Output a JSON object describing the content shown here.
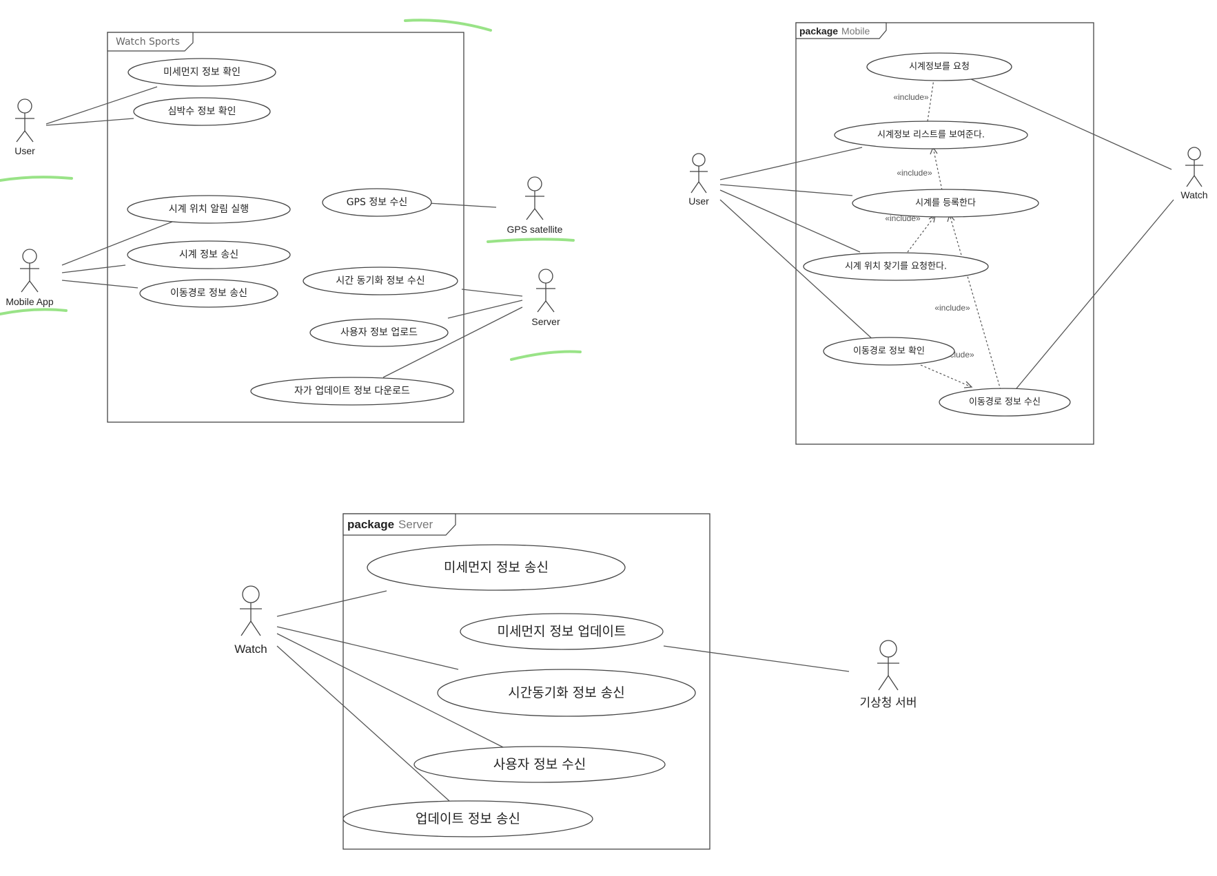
{
  "diagram1": {
    "package_title": "Watch Sports",
    "use_cases": {
      "uc1": "미세먼지 정보 확인",
      "uc2": "심박수 정보 확인",
      "uc3": "시계 위치 알림 실행",
      "uc4": "시계 정보 송신",
      "uc5": "이동경로 정보 송신",
      "uc6": "GPS 정보 수신",
      "uc7": "시간 동기화 정보 수신",
      "uc8": "사용자 정보 업로드",
      "uc9": "자가 업데이트 정보 다운로드"
    },
    "actors": {
      "user": "User",
      "mobile_app": "Mobile App",
      "gps": "GPS satellite",
      "server": "Server"
    }
  },
  "diagram2": {
    "package_keyword": "package",
    "package_name": "Mobile",
    "use_cases": {
      "uc1": "시계정보를 요청",
      "uc2": "시계정보 리스트를 보여준다.",
      "uc3": "시계를 등록한다",
      "uc4": "시계 위치 찾기를 요청한다.",
      "uc5": "이동경로 정보 확인",
      "uc6": "이동경로 정보 수신"
    },
    "include_label": "«include»",
    "actors": {
      "user": "User",
      "watch": "Watch"
    }
  },
  "diagram3": {
    "package_keyword": "package",
    "package_name": "Server",
    "use_cases": {
      "uc1": "미세먼지 정보 송신",
      "uc2": "미세먼지 정보 업데이트",
      "uc3": "시간동기화 정보 송신",
      "uc4": "사용자 정보 수신",
      "uc5": "업데이트 정보 송신"
    },
    "actors": {
      "watch": "Watch",
      "weather": "기상청 서버"
    }
  },
  "colors": {
    "highlight": "#8ee07a",
    "stroke": "#444444"
  }
}
